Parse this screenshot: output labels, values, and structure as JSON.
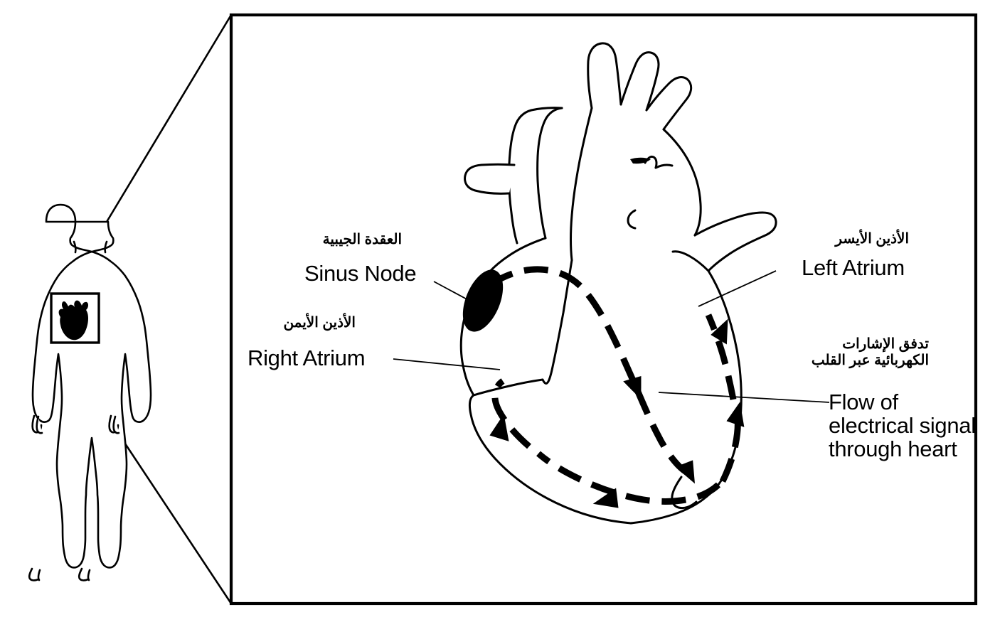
{
  "figure": {
    "title": "Heart electrical conduction system",
    "description": "Anatomical line drawing of a human torso silhouette with an inset heart, magnified into a framed panel showing the heart with the sinus node and the dashed pathway of the electrical signal.",
    "languages": [
      "Arabic",
      "English"
    ],
    "line_color": "#000000",
    "fill_color": "#000000",
    "background_color": "#ffffff"
  },
  "labels": {
    "sinus_node": {
      "arabic": "العقدة الجيبية",
      "english": "Sinus Node"
    },
    "right_atrium": {
      "arabic": "الأذين الأيمن",
      "english": "Right Atrium"
    },
    "left_atrium": {
      "arabic": "الأذين الأيسر",
      "english": "Left Atrium"
    },
    "flow_of_signal": {
      "arabic_line1": "تدفق الإشارات",
      "arabic_line2": "الكهربائية عبر القلب",
      "english": "Flow of electrical signal through heart"
    }
  },
  "elements": {
    "body_silhouette": "human-body-outline",
    "heart_inset": "solid-black-heart-in-square",
    "magnifier_frame": "rectangular-zoom-panel",
    "sinus_node_marker": "black-ellipse",
    "conduction_path": "dashed-arrow-pathway"
  }
}
